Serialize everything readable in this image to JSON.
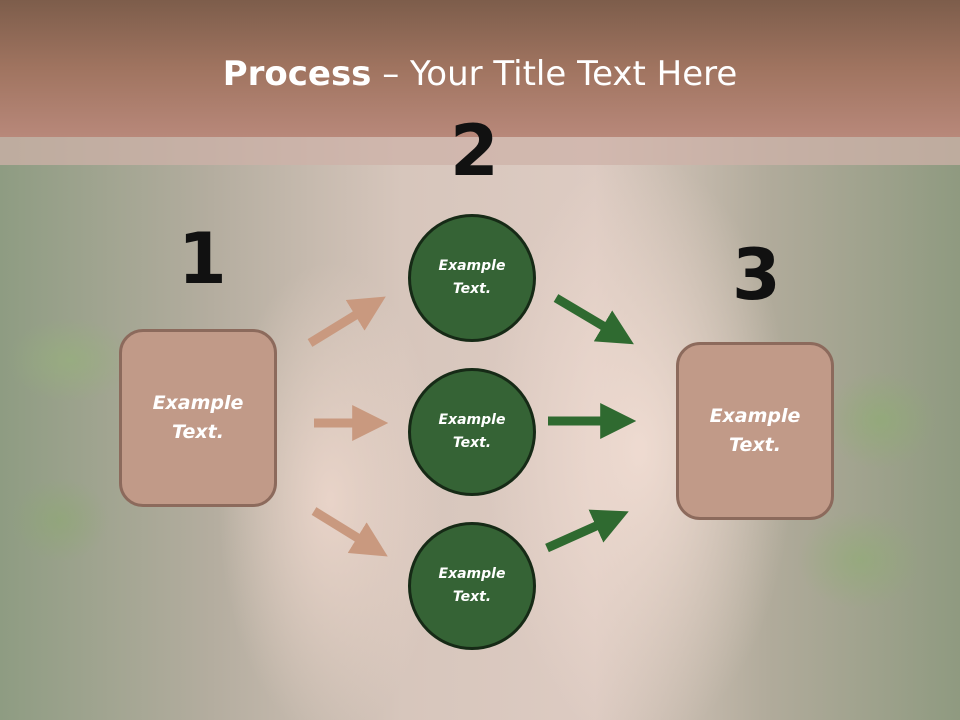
{
  "title": {
    "bold": "Process",
    "rest": " – Your Title Text Here"
  },
  "steps": [
    {
      "number": "1",
      "box_text": "Example\nText."
    },
    {
      "number": "2",
      "circles": [
        "Example\nText.",
        "Example\nText.",
        "Example\nText."
      ]
    },
    {
      "number": "3",
      "box_text": "Example\nText."
    }
  ],
  "colors": {
    "header": "#a07460",
    "box_fill": "#c19a88",
    "box_border": "#8c6a5c",
    "circle_fill": "#356335",
    "circle_border": "#162a16",
    "arrow_left": "#c9997f",
    "arrow_right": "#2f6a30",
    "number_text": "#111111"
  }
}
